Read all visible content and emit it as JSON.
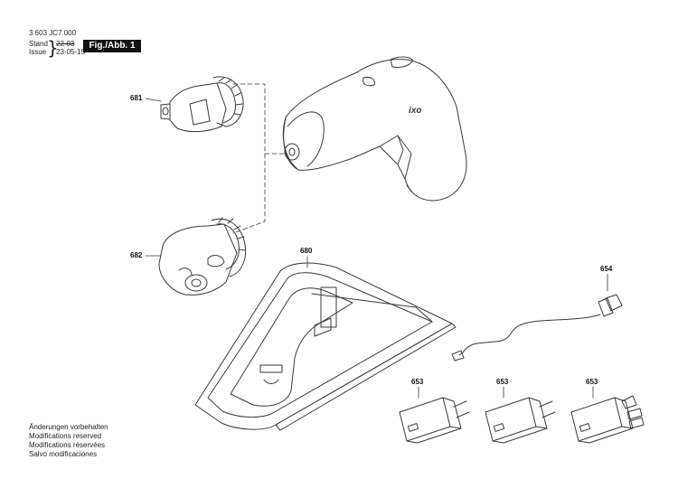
{
  "header": {
    "part_number": "3 603 JC7 000",
    "stand_label": "Stand",
    "issue_label": "Issue",
    "stand_date": "22-03",
    "issue_date": "23-05-15",
    "figure_badge": "Fig./Abb. 1"
  },
  "callouts": [
    "681",
    "682",
    "680",
    "654",
    "653",
    "653",
    "653"
  ],
  "footer_notes": [
    "Änderungen vorbehalten",
    "Modifications reserved",
    "Modifications réservées",
    "Salvo modificaciones"
  ],
  "logo_text": "ixo",
  "colors": {
    "line": "#3a3a3a",
    "badge_bg": "#111111",
    "badge_text": "#ffffff"
  }
}
